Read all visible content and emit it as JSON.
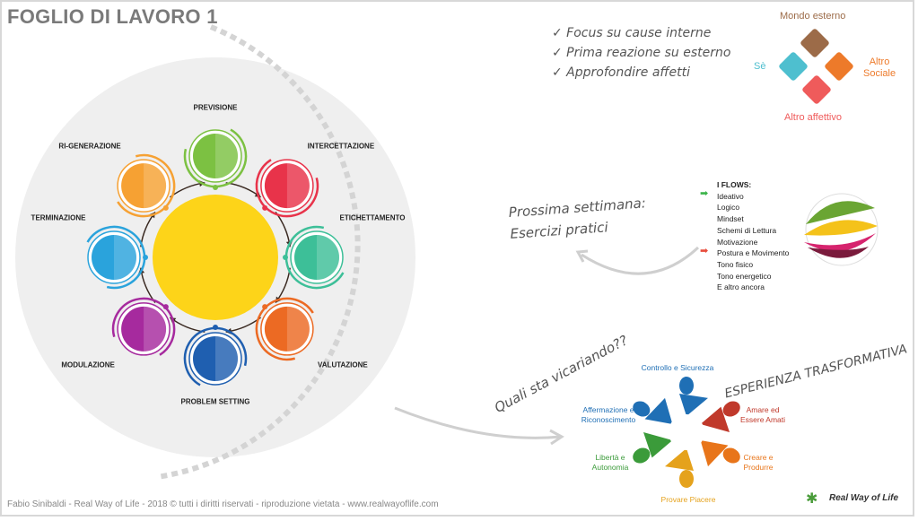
{
  "title": "FOGLIO DI LAVORO 1",
  "footer": "Fabio Sinibaldi - Real Way of Life - 2018 © tutti i diritti riservati - riproduzione vietata - www.realwayoflife.com",
  "cycle": {
    "nodes": [
      {
        "label": "PREVISIONE",
        "color": "#7cc142"
      },
      {
        "label": "INTERCETTAZIONE",
        "color": "#e8334a"
      },
      {
        "label": "ETICHETTAMENTO",
        "color": "#3dbf98"
      },
      {
        "label": "VALUTAZIONE",
        "color": "#ec6a23"
      },
      {
        "label": "PROBLEM SETTING",
        "color": "#1f5fb0"
      },
      {
        "label": "MODULAZIONE",
        "color": "#a62a9e"
      },
      {
        "label": "TERMINAZIONE",
        "color": "#2aa3dc"
      },
      {
        "label": "RI-GENERAZIONE",
        "color": "#f6a133"
      }
    ],
    "sun_color": "#fdd419"
  },
  "checklist": [
    "✓ Focus su cause interne",
    "✓ Prima reazione su esterno",
    "✓ Approfondire affetti"
  ],
  "quadrant": {
    "top": "Mondo esterno",
    "left": "Sè",
    "right_line1": "Altro",
    "right_line2": "Sociale",
    "bottom": "Altro affettivo",
    "colors": {
      "top": "#9c6b48",
      "left": "#4ebfcf",
      "right": "#ed7a2a",
      "bottom": "#ef5b5b"
    }
  },
  "next_week": {
    "line1": "Prossima settimana:",
    "line2": "Esercizi pratici"
  },
  "flows": {
    "header": "I FLOWS:",
    "items": [
      "Ideativo",
      "Logico",
      "Mindset",
      "Schemi di Lettura",
      "Motivazione",
      "Postura e Movimento",
      "Tono fisico",
      "Tono energetico",
      "E altro ancora"
    ],
    "marker_colors": [
      "#3cb44a",
      "#e84c3c"
    ]
  },
  "question": "Quali sta vicariando??",
  "experience_title": "ESPERIENZA TRASFORMATIVA",
  "needs": [
    {
      "lines": [
        "Controllo e Sicurezza"
      ],
      "color": "#1f6fb5"
    },
    {
      "lines": [
        "Amare ed",
        "Essere Amati"
      ],
      "color": "#c0392b"
    },
    {
      "lines": [
        "Creare e",
        "Produrre"
      ],
      "color": "#e8751a"
    },
    {
      "lines": [
        "Provare Piacere"
      ],
      "color": "#e5a21c"
    },
    {
      "lines": [
        "Libertà e",
        "Autonomia"
      ],
      "color": "#3b9b3a"
    },
    {
      "lines": [
        "Affermazione e",
        "Riconoscimento"
      ],
      "color": "#1f6fb5"
    }
  ],
  "brand": "Real Way of Life"
}
